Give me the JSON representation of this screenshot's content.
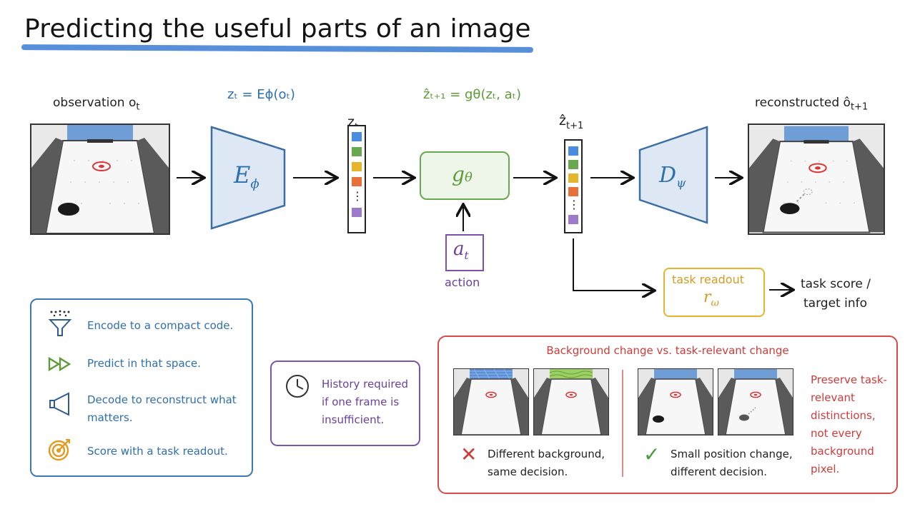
{
  "title": "Predicting the useful parts of an image",
  "colors": {
    "encoder": "#dde8f4",
    "encoder_border": "#3b6ea5",
    "predictor": "#6aa84f",
    "action": "#7d4fb3",
    "readout": "#e5b52b",
    "contrast": "#d84a4a",
    "legend": "#3b79b6"
  },
  "pipeline": {
    "observation_label": "observation o",
    "observation_sub": "t",
    "encoder_formula": "zₜ = Eϕ(oₜ)",
    "encoder_label": "E",
    "encoder_sub": "ϕ",
    "latent_label": "z",
    "latent_sub": "t",
    "predictor_formula": "ẑₜ₊₁ = gθ(zₜ, aₜ)",
    "predictor_label": "g",
    "predictor_sub": "θ",
    "next_latent_label": "ẑ",
    "next_latent_sub": "t+1",
    "decoder_label": "D",
    "decoder_sub": "ψ",
    "reconstructed_label": "reconstructed ô",
    "reconstructed_sub": "t+1",
    "action_label": "a",
    "action_sub": "t",
    "action_caption": "action",
    "readout_title": "task readout",
    "readout_symbol": "r",
    "readout_sub": "ω",
    "readout_output_line1": "task score /",
    "readout_output_line2": "target info",
    "latent_ellipsis": "⋮"
  },
  "legend": {
    "items": [
      {
        "icon": "funnel-icon",
        "text": "Encode to a compact code."
      },
      {
        "icon": "fast-forward-icon",
        "text": "Predict in that space."
      },
      {
        "icon": "speaker-icon",
        "text": "Decode to reconstruct what matters."
      },
      {
        "icon": "target-icon",
        "text": "Score with a task readout."
      }
    ]
  },
  "history_note": {
    "icon": "clock-icon",
    "text": "History required if one frame is insufficient."
  },
  "comparison": {
    "title": "Background change vs. task-relevant change",
    "left_caption": "Different background, same decision.",
    "right_caption": "Small position change, different decision.",
    "left_mark": "✕",
    "right_mark": "✓",
    "side_note": "Preserve task-relevant distinctions, not every background pixel."
  }
}
